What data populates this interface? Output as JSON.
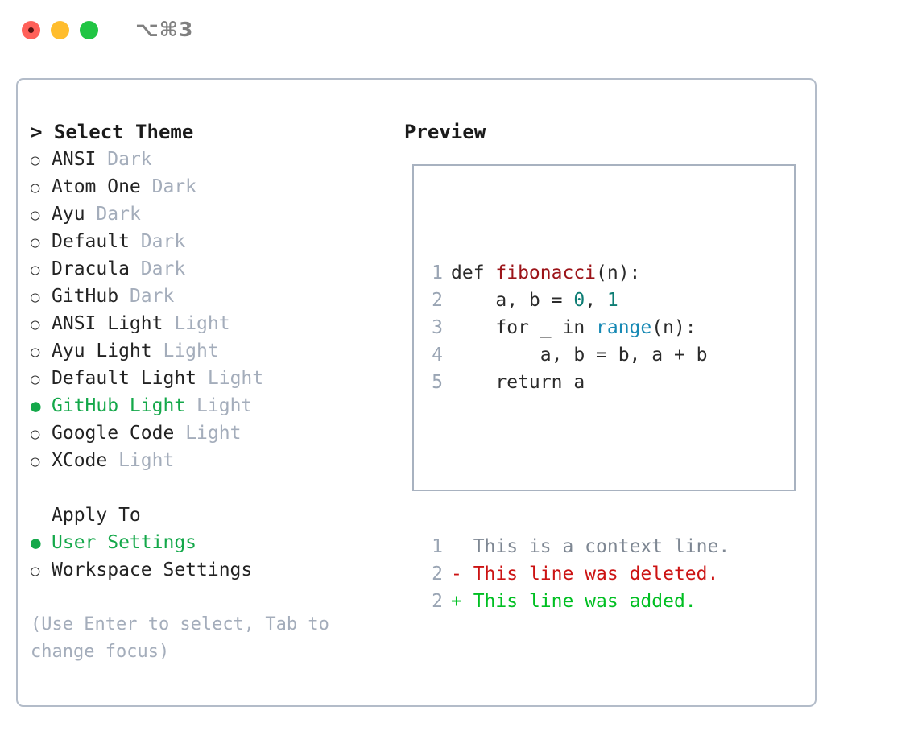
{
  "window": {
    "title": "⌥⌘3",
    "traffic_lights": [
      "close-button",
      "minimize-button",
      "maximize-button"
    ]
  },
  "colors": {
    "selected_green": "#14a84a",
    "muted": "#a4adbb",
    "border": "#b3bcc9",
    "preview_border": "#a8b2c0",
    "fn_red": "#9c1419",
    "num_teal": "#0d7d74",
    "call_blue": "#1789b4",
    "diff_add": "#00bf22",
    "diff_del": "#cc1313",
    "diff_ctx": "#7e8793"
  },
  "theme_panel": {
    "heading": "> Select Theme",
    "items": [
      {
        "marker": "○",
        "name": "ANSI",
        "category": "Dark",
        "selected": false
      },
      {
        "marker": "○",
        "name": "Atom One",
        "category": "Dark",
        "selected": false
      },
      {
        "marker": "○",
        "name": "Ayu",
        "category": "Dark",
        "selected": false
      },
      {
        "marker": "○",
        "name": "Default",
        "category": "Dark",
        "selected": false
      },
      {
        "marker": "○",
        "name": "Dracula",
        "category": "Dark",
        "selected": false
      },
      {
        "marker": "○",
        "name": "GitHub",
        "category": "Dark",
        "selected": false
      },
      {
        "marker": "○",
        "name": "ANSI Light",
        "category": "Light",
        "selected": false
      },
      {
        "marker": "○",
        "name": "Ayu Light",
        "category": "Light",
        "selected": false
      },
      {
        "marker": "○",
        "name": "Default Light",
        "category": "Light",
        "selected": false
      },
      {
        "marker": "●",
        "name": "GitHub Light",
        "category": "Light",
        "selected": true
      },
      {
        "marker": "○",
        "name": "Google Code",
        "category": "Light",
        "selected": false
      },
      {
        "marker": "○",
        "name": "XCode",
        "category": "Light",
        "selected": false
      }
    ],
    "apply_to": {
      "label": "Apply To",
      "options": [
        {
          "marker": "●",
          "name": "User Settings",
          "selected": true
        },
        {
          "marker": "○",
          "name": "Workspace Settings",
          "selected": false
        }
      ]
    },
    "hint": "(Use Enter to select, Tab to change focus)"
  },
  "preview": {
    "heading": "Preview",
    "code_lines": [
      {
        "num": "1",
        "segments": [
          {
            "text": "def ",
            "style": "plain"
          },
          {
            "text": "fibonacci",
            "style": "fn"
          },
          {
            "text": "(n):",
            "style": "plain"
          }
        ]
      },
      {
        "num": "2",
        "segments": [
          {
            "text": "    a, b = ",
            "style": "plain"
          },
          {
            "text": "0",
            "style": "num"
          },
          {
            "text": ", ",
            "style": "plain"
          },
          {
            "text": "1",
            "style": "num"
          }
        ]
      },
      {
        "num": "3",
        "segments": [
          {
            "text": "    for _ in ",
            "style": "plain"
          },
          {
            "text": "range",
            "style": "call"
          },
          {
            "text": "(n):",
            "style": "plain"
          }
        ]
      },
      {
        "num": "4",
        "segments": [
          {
            "text": "        a, b = b, a + b",
            "style": "plain"
          }
        ]
      },
      {
        "num": "5",
        "segments": [
          {
            "text": "    return a",
            "style": "plain"
          }
        ]
      }
    ],
    "diff_lines": [
      {
        "num": "1",
        "sign": " ",
        "text": " This is a context line.",
        "kind": "context"
      },
      {
        "num": "2",
        "sign": "-",
        "text": " This line was deleted.",
        "kind": "deleted"
      },
      {
        "num": "2",
        "sign": "+",
        "text": " This line was added.",
        "kind": "added"
      }
    ]
  }
}
